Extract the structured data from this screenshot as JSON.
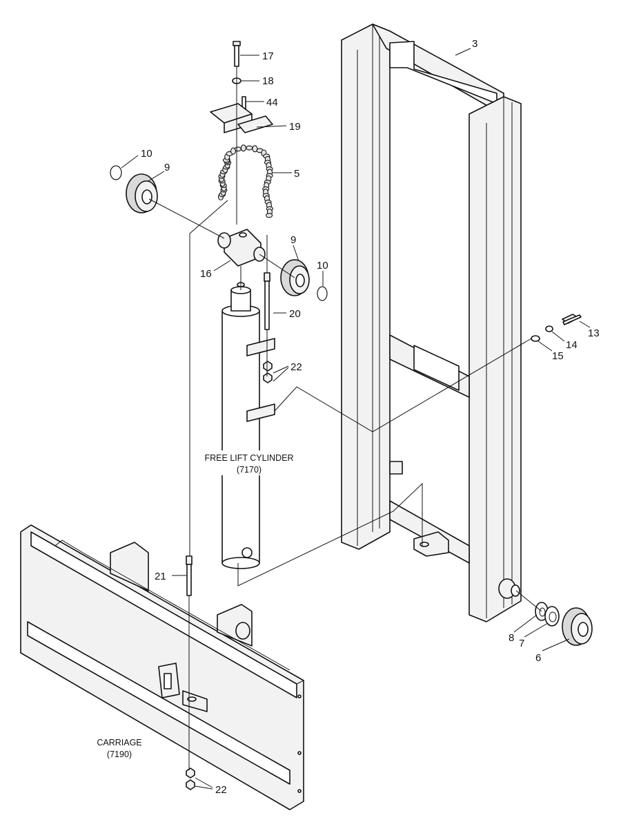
{
  "labels": {
    "free_lift_cylinder": "FREE LIFT CYLINDER",
    "free_lift_cylinder_code": "(7170)",
    "carriage": "CARRIAGE",
    "carriage_code": "(7190)"
  },
  "callouts": {
    "p3": "3",
    "p5": "5",
    "p6": "6",
    "p7": "7",
    "p8": "8",
    "p9a": "9",
    "p9b": "9",
    "p10a": "10",
    "p10b": "10",
    "p13": "13",
    "p14": "14",
    "p15": "15",
    "p16": "16",
    "p17": "17",
    "p18": "18",
    "p19": "19",
    "p20": "20",
    "p21": "21",
    "p22a": "22",
    "p22b": "22",
    "p44": "44"
  }
}
